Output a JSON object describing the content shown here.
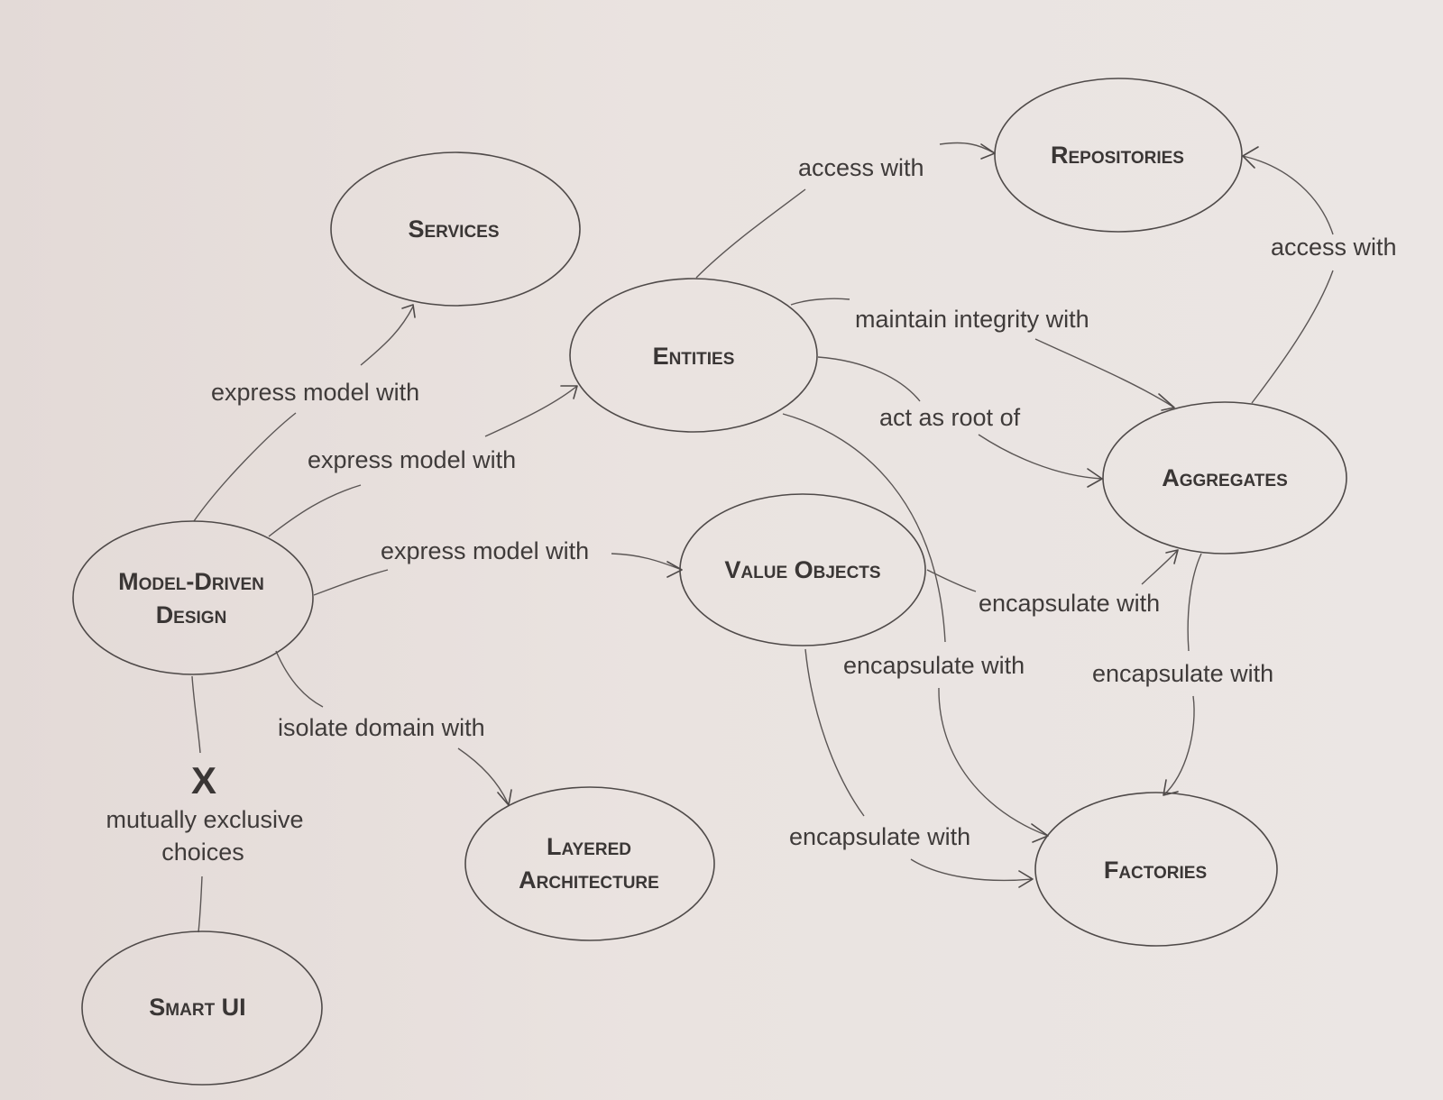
{
  "nodes": {
    "services": "Services",
    "repositories": "Repositories",
    "entities": "Entities",
    "aggregates": "Aggregates",
    "value_objects": "Value Objects",
    "model_driven_line1": "Model-Driven",
    "model_driven_line2": "Design",
    "layered_line1": "Layered",
    "layered_line2": "Architecture",
    "factories": "Factories",
    "smart_ui": "Smart UI"
  },
  "edges": {
    "mdd_to_services": "express model with",
    "mdd_to_entities": "express model with",
    "mdd_to_value_objects": "express model with",
    "mdd_to_layered": "isolate domain with",
    "entities_to_repositories": "access with",
    "aggregates_to_repositories": "access with",
    "entities_to_aggregates_integrity": "maintain integrity with",
    "entities_to_aggregates_root": "act as root of",
    "value_objects_to_aggregates": "encapsulate with",
    "entities_to_factories": "encapsulate with",
    "aggregates_to_factories": "encapsulate with",
    "value_objects_to_factories": "encapsulate with"
  },
  "exclusive": {
    "mark": "X",
    "line1": "mutually exclusive",
    "line2": "choices"
  }
}
